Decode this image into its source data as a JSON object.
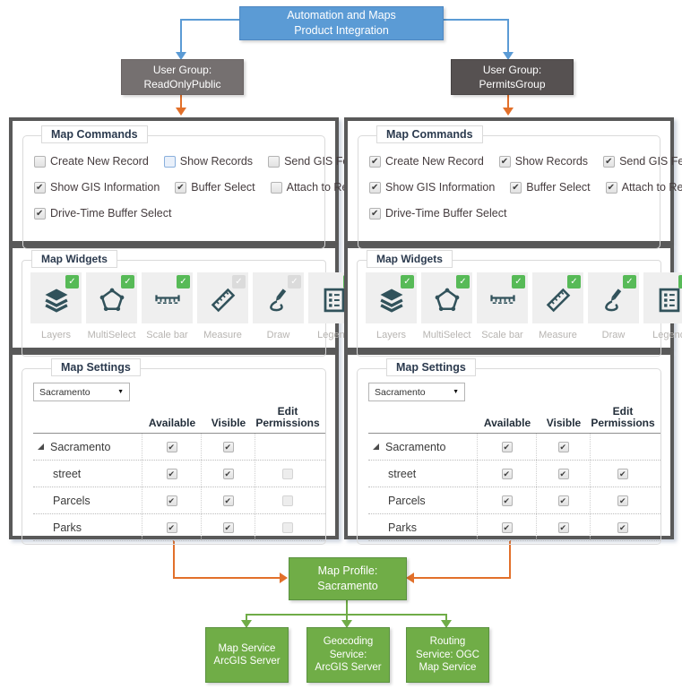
{
  "title": {
    "line1": "Automation and Maps",
    "line2": "Product Integration"
  },
  "colors": {
    "blue": "#5B9BD5",
    "orange": "#E2702A",
    "green": "#70AD47",
    "green_border": "#5a9140",
    "gray_group": "#757070",
    "dark_gray_group": "#565151",
    "panel_border": "#595959",
    "widget_icon": "#31525b",
    "check_on": "#57BA57",
    "check_off": "#dbdbdb"
  },
  "groups": [
    {
      "name": {
        "line1": "User Group:",
        "line2": "ReadOnlyPublic"
      },
      "commands_title": "Map Commands",
      "command_rows": [
        [
          {
            "label": "Create New Record",
            "checked": false
          },
          {
            "label": "Show Records",
            "checked": false,
            "highlight": true
          },
          {
            "label": "Send GIS Feature",
            "checked": false
          }
        ],
        [
          {
            "label": "Show GIS Information",
            "checked": true
          },
          {
            "label": "Buffer Select",
            "checked": true
          },
          {
            "label": "Attach to Record",
            "checked": false
          }
        ],
        [
          {
            "label": "Drive-Time Buffer Select",
            "checked": true
          }
        ]
      ],
      "widgets_title": "Map Widgets",
      "widgets": [
        {
          "label": "Layers",
          "icon": "layers-icon",
          "enabled": true
        },
        {
          "label": "MultiSelect",
          "icon": "multiselect-icon",
          "enabled": true
        },
        {
          "label": "Scale bar",
          "icon": "scalebar-icon",
          "enabled": true
        },
        {
          "label": "Measure",
          "icon": "measure-icon",
          "enabled": false
        },
        {
          "label": "Draw",
          "icon": "draw-icon",
          "enabled": false
        },
        {
          "label": "Legend",
          "icon": "legend-icon",
          "enabled": true
        }
      ],
      "settings_title": "Map Settings",
      "settings_dropdown": "Sacramento",
      "settings_columns": [
        "Available",
        "Visible",
        "Edit Permissions"
      ],
      "settings_rows": [
        {
          "name": "Sacramento",
          "tree": true,
          "available": "checked",
          "visible": "checked",
          "edit": "none"
        },
        {
          "name": "street",
          "available": "checked",
          "visible": "checked",
          "edit": "unchecked"
        },
        {
          "name": "Parcels",
          "available": "checked",
          "visible": "checked",
          "edit": "unchecked"
        },
        {
          "name": "Parks",
          "available": "checked",
          "visible": "checked",
          "edit": "unchecked"
        }
      ]
    },
    {
      "name": {
        "line1": "User Group:",
        "line2": "PermitsGroup"
      },
      "commands_title": "Map Commands",
      "command_rows": [
        [
          {
            "label": "Create New Record",
            "checked": true
          },
          {
            "label": "Show Records",
            "checked": true
          },
          {
            "label": "Send GIS Feature",
            "checked": true
          }
        ],
        [
          {
            "label": "Show GIS Information",
            "checked": true
          },
          {
            "label": "Buffer Select",
            "checked": true
          },
          {
            "label": "Attach to Record",
            "checked": true
          }
        ],
        [
          {
            "label": "Drive-Time Buffer Select",
            "checked": true
          }
        ]
      ],
      "widgets_title": "Map Widgets",
      "widgets": [
        {
          "label": "Layers",
          "icon": "layers-icon",
          "enabled": true
        },
        {
          "label": "MultiSelect",
          "icon": "multiselect-icon",
          "enabled": true
        },
        {
          "label": "Scale bar",
          "icon": "scalebar-icon",
          "enabled": true
        },
        {
          "label": "Measure",
          "icon": "measure-icon",
          "enabled": true
        },
        {
          "label": "Draw",
          "icon": "draw-icon",
          "enabled": true
        },
        {
          "label": "Legend",
          "icon": "legend-icon",
          "enabled": true
        }
      ],
      "settings_title": "Map Settings",
      "settings_dropdown": "Sacramento",
      "settings_columns": [
        "Available",
        "Visible",
        "Edit Permissions"
      ],
      "settings_rows": [
        {
          "name": "Sacramento",
          "tree": true,
          "available": "checked",
          "visible": "checked",
          "edit": "none"
        },
        {
          "name": "street",
          "available": "checked",
          "visible": "checked",
          "edit": "checked"
        },
        {
          "name": "Parcels",
          "available": "checked",
          "visible": "checked",
          "edit": "checked"
        },
        {
          "name": "Parks",
          "available": "checked",
          "visible": "checked",
          "edit": "checked"
        }
      ]
    }
  ],
  "profile": {
    "line1": "Map Profile:",
    "line2": "Sacramento"
  },
  "services": [
    {
      "lines": [
        "Map Service",
        "ArcGIS Server"
      ]
    },
    {
      "lines": [
        "Geocoding",
        "Service:",
        "ArcGIS Server"
      ]
    },
    {
      "lines": [
        "Routing",
        "Service: OGC",
        "Map Service"
      ]
    }
  ]
}
